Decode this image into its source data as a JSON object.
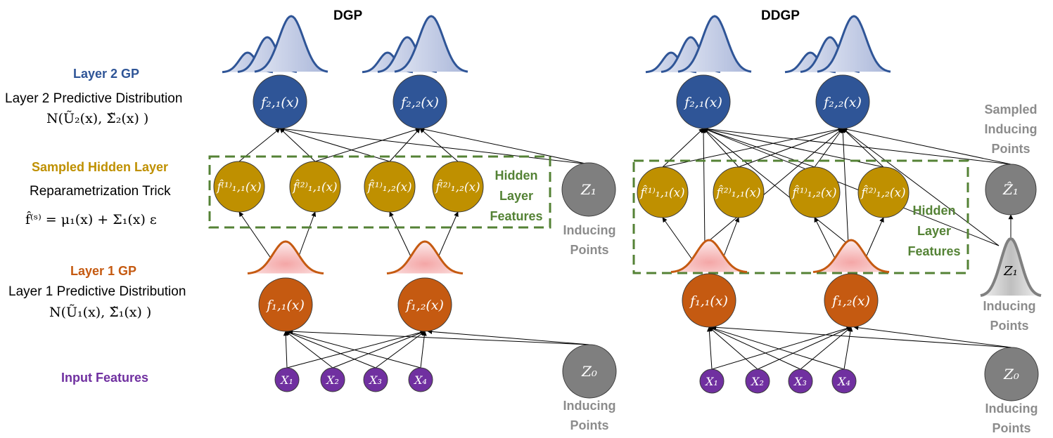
{
  "panels": {
    "dgp": {
      "title": "DGP",
      "layer2_title": "Layer 2 GP",
      "layer2_desc": "Layer 2 Predictive Distribution",
      "layer2_formula": "N(Ũ₂(x), Σ̃₂(x) )",
      "hidden_title": "Sampled Hidden Layer",
      "hidden_desc": "Reparametrization Trick",
      "hidden_formula": "f̂⁽ˢ⁾ = μ₁(x) + Σ₁(x) ε",
      "layer1_title": "Layer 1 GP",
      "layer1_desc": "Layer 1 Predictive Distribution",
      "layer1_formula": "N(Ũ₁(x), Σ̃₁(x) )",
      "input_title": "Input Features",
      "hidden_box_label": [
        "Hidden",
        "Layer",
        "Features"
      ],
      "z1_caption": [
        "Inducing",
        "Points"
      ],
      "z0_caption": [
        "Inducing",
        "Points"
      ]
    },
    "ddgp": {
      "title": "DDGP",
      "sampled_caption": [
        "Sampled",
        "Inducing",
        "Points"
      ],
      "hidden_box_label": [
        "Hidden",
        "Layer",
        "Features"
      ],
      "z1_caption": [
        "Inducing",
        "Points"
      ],
      "z0_caption": [
        "Inducing",
        "Points"
      ]
    }
  },
  "nodes": {
    "f21": "f₂,₁(x)",
    "f22": "f₂,₂(x)",
    "h11_1": "f̂⁽¹⁾₁,₁(x)",
    "h11_2": "f̂⁽²⁾₁,₁(x)",
    "h12_1": "f̂⁽¹⁾₁,₂(x)",
    "h12_2": "f̂⁽²⁾₁,₂(x)",
    "f11": "f₁,₁(x)",
    "f12": "f₁,₂(x)",
    "x1": "X₁",
    "x2": "X₂",
    "x3": "X₃",
    "x4": "X₄",
    "z0": "Z₀",
    "z1": "Z₁",
    "z1hat": "Ẑ₁"
  },
  "colors": {
    "blue": "#2f5597",
    "gold": "#bf9000",
    "orange": "#c55a11",
    "purple": "#7030a0",
    "gray": "#7f7f7f",
    "green": "#548235"
  }
}
